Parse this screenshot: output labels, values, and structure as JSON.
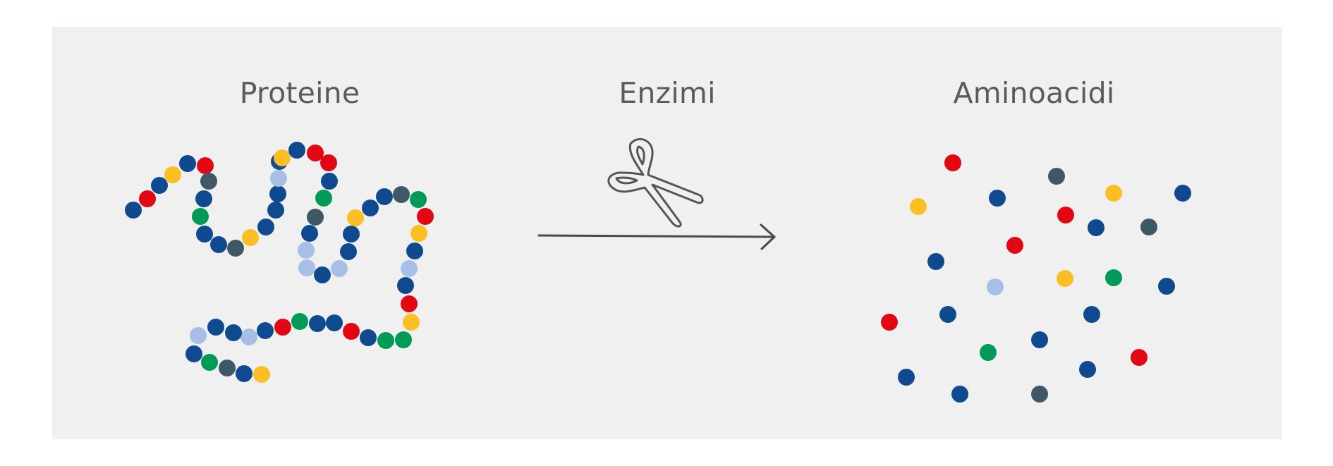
{
  "labels": {
    "proteins": "Proteine",
    "enzymes": "Enzimi",
    "amino_acids": "Aminoacidi"
  },
  "colors": {
    "background": "#f0f0f0",
    "text": "#5b5b5b",
    "arrow": "#4a4a4a",
    "dark_blue": "#0f4a90",
    "red": "#e30613",
    "yellow": "#fbbf24",
    "green": "#009a58",
    "slate": "#3e5866",
    "light_blue": "#a7bfe4"
  },
  "icons": {
    "enzyme": "scissors-icon",
    "process": "arrow-right-icon"
  },
  "protein_chain_colors": [
    "dark_blue",
    "red",
    "dark_blue",
    "yellow",
    "dark_blue",
    "red",
    "slate",
    "dark_blue",
    "green",
    "dark_blue",
    "dark_blue",
    "slate",
    "yellow",
    "dark_blue",
    "dark_blue",
    "dark_blue",
    "light_blue",
    "dark_blue",
    "yellow",
    "dark_blue",
    "red",
    "red",
    "dark_blue",
    "green",
    "slate",
    "dark_blue",
    "light_blue",
    "light_blue",
    "dark_blue",
    "light_blue",
    "dark_blue",
    "dark_blue",
    "yellow",
    "dark_blue",
    "dark_blue",
    "slate",
    "green",
    "red",
    "yellow",
    "dark_blue",
    "light_blue",
    "dark_blue",
    "red",
    "yellow",
    "green",
    "green",
    "dark_blue",
    "red",
    "dark_blue",
    "dark_blue",
    "green",
    "red",
    "dark_blue",
    "light_blue",
    "dark_blue",
    "dark_blue",
    "light_blue",
    "dark_blue",
    "green",
    "slate",
    "dark_blue",
    "yellow"
  ],
  "free_amino_acid_colors": [
    "red",
    "slate",
    "yellow",
    "dark_blue",
    "yellow",
    "dark_blue",
    "red",
    "dark_blue",
    "slate",
    "red",
    "dark_blue",
    "yellow",
    "green",
    "light_blue",
    "dark_blue",
    "red",
    "dark_blue",
    "dark_blue",
    "green",
    "dark_blue",
    "red",
    "dark_blue",
    "dark_blue",
    "dark_blue",
    "slate"
  ]
}
